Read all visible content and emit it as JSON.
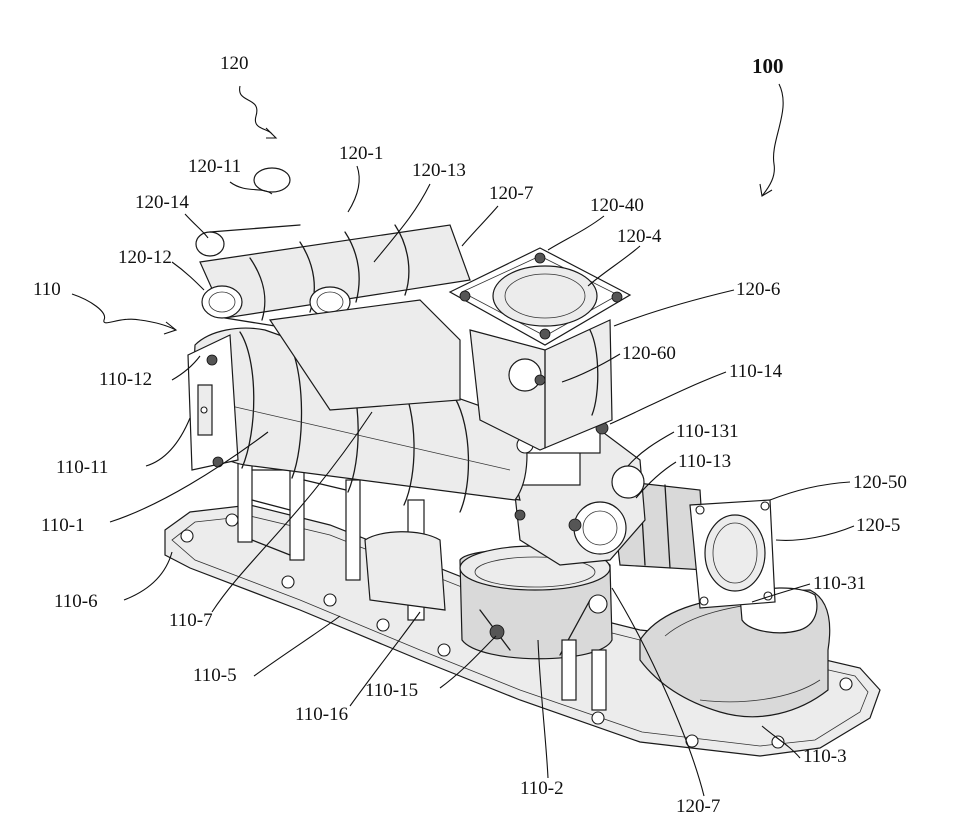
{
  "labels": {
    "l100": "100",
    "l120": "120",
    "l120_1": "120-1",
    "l120_11": "120-11",
    "l120_13": "120-13",
    "l120_14": "120-14",
    "l120_12": "120-12",
    "l120_7_top": "120-7",
    "l120_40": "120-40",
    "l120_4": "120-4",
    "l110": "110",
    "l120_6": "120-6",
    "l110_12": "110-12",
    "l120_60": "120-60",
    "l110_14": "110-14",
    "l110_11": "110-11",
    "l110_131": "110-131",
    "l110_13": "110-13",
    "l120_50": "120-50",
    "l110_1": "110-1",
    "l120_5": "120-5",
    "l110_31": "110-31",
    "l110_6": "110-6",
    "l110_7": "110-7",
    "l110_5": "110-5",
    "l110_16": "110-16",
    "l110_15": "110-15",
    "l110_3": "110-3",
    "l110_2": "110-2",
    "l120_7_bottom": "120-7"
  }
}
